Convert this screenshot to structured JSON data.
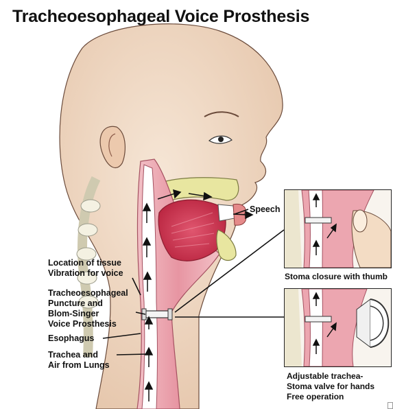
{
  "title": "Tracheoesophageal Voice Prosthesis",
  "labels": {
    "speech": "Speech",
    "location": [
      "Location of tissue",
      "Vibration for voice"
    ],
    "puncture": [
      "Tracheoesophageal",
      "Puncture and",
      "Blom-Singer",
      "Voice Prosthesis"
    ],
    "esophagus": "Esophagus",
    "trachea": [
      "Trachea and",
      "Air from Lungs"
    ]
  },
  "insets": {
    "top_caption": "Stoma closure with thumb",
    "bottom_caption": [
      "Adjustable trachea-",
      "Stoma valve for hands",
      "Free operation"
    ]
  },
  "colors": {
    "skin": "#f1dcc7",
    "tissue": "#e7a3ad",
    "muscle": "#d23a55",
    "bone": "#e8e6a0",
    "airway_fill": "#ffffff"
  }
}
